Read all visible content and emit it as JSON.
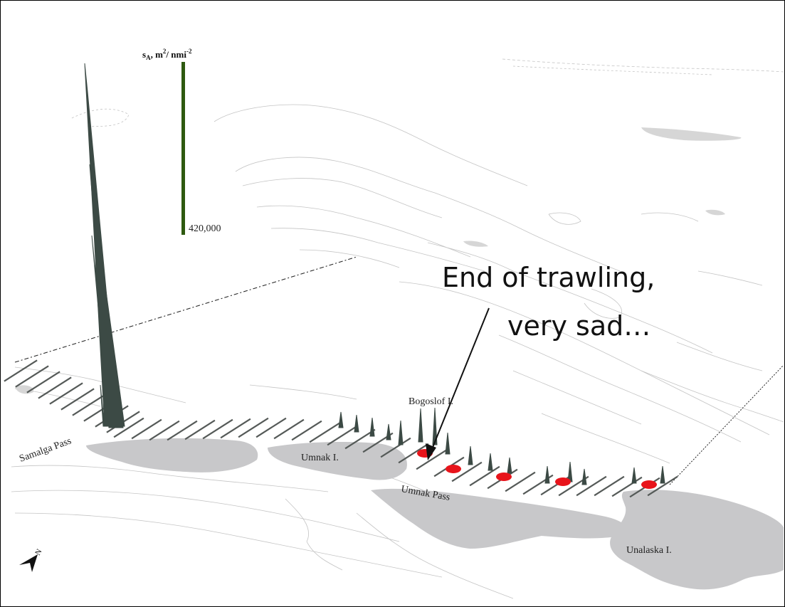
{
  "scale_bar": {
    "label_prefix": "s",
    "label_sub": "A",
    "label_mid": ", m",
    "label_sup1": "2",
    "label_unit": "/ nmi",
    "label_sup2": "-2",
    "value": "420,000",
    "color": "#2e5a10"
  },
  "annotation": {
    "line1": "End of trawling,",
    "line2": "very sad…"
  },
  "places": {
    "samalga": "Samalga Pass",
    "umnak": "Umnak I.",
    "umnak_pass": "Umnak Pass",
    "bogoslof": "Bogoslof I.",
    "unalaska": "Unalaska I."
  },
  "north": {
    "letter": "N",
    "icon": "north-arrow-icon"
  },
  "colors": {
    "land": "#c8c8ca",
    "contour": "#b9b9b9",
    "transect": "#555a58",
    "backscatter": "#3c4a45",
    "trawl_marker": "#e8141b"
  }
}
